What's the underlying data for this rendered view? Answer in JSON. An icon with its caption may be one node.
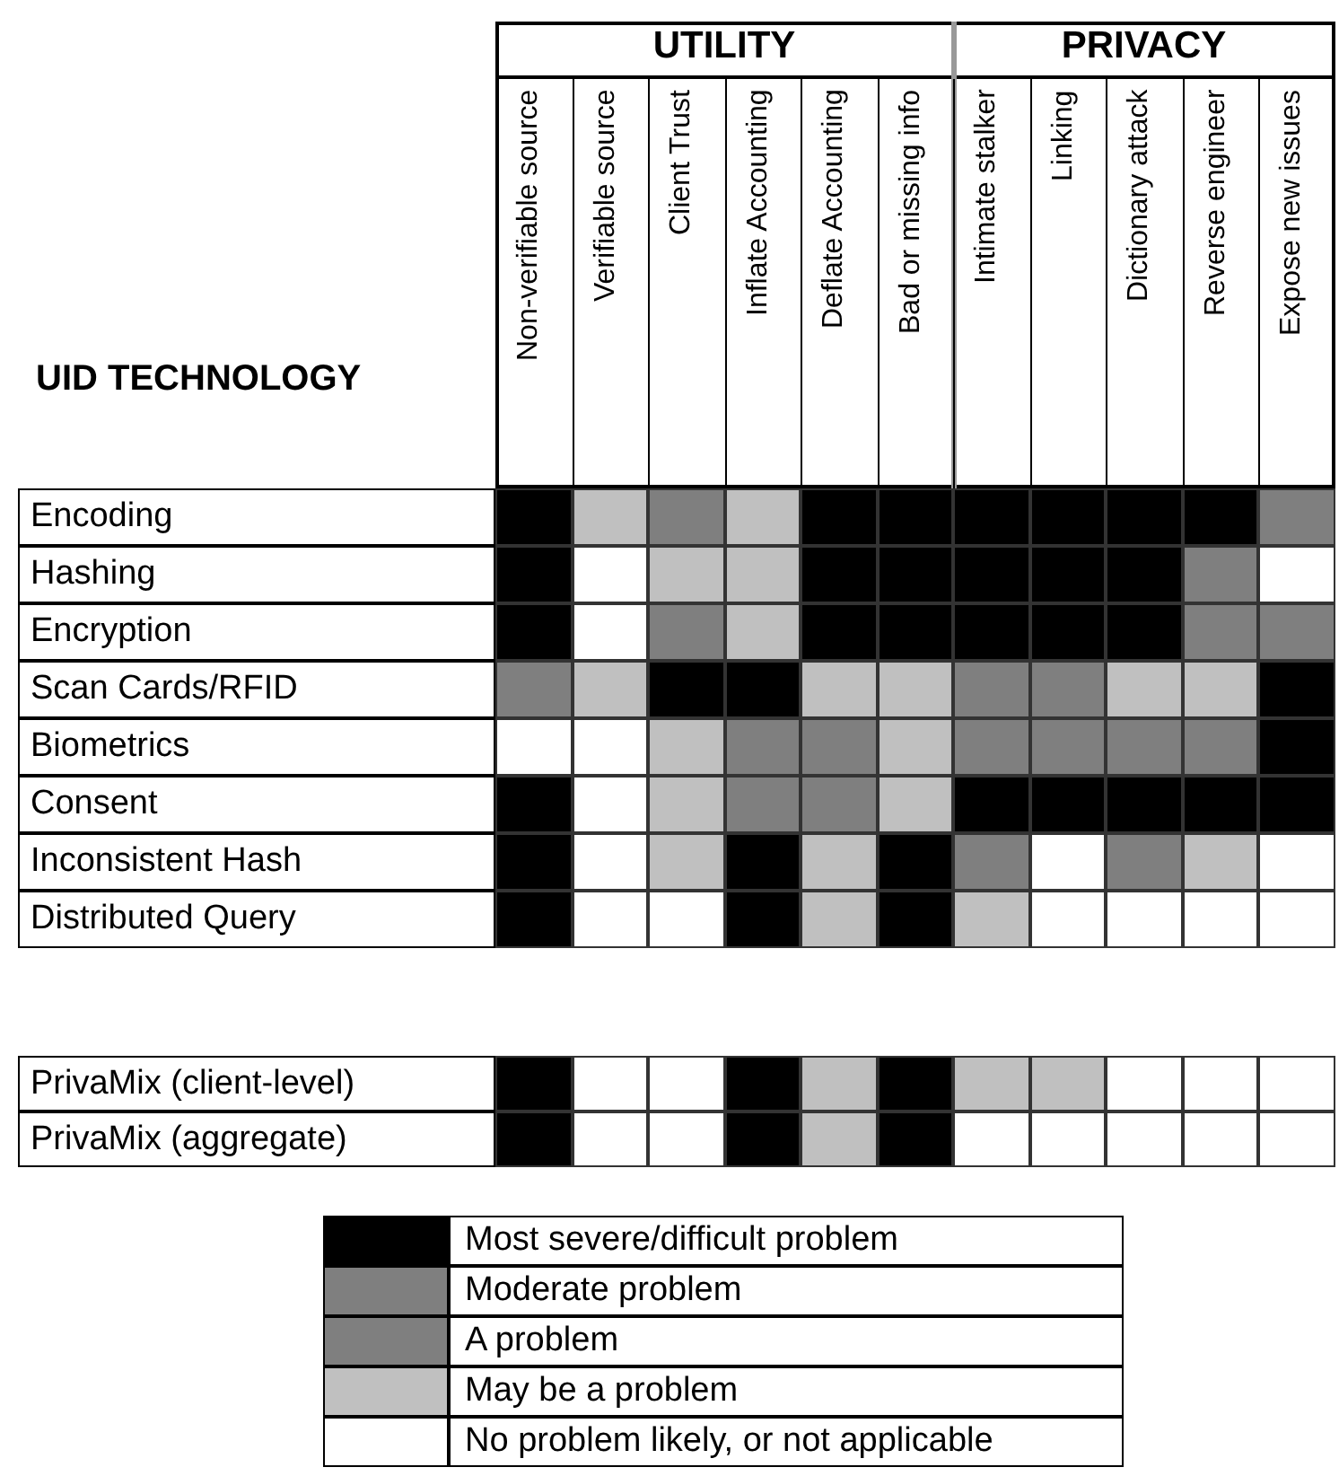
{
  "diagram": {
    "labels": [
      "UTILITY",
      "PRIVACY",
      "UID TECHNOLOGY",
      "Non-verifiable source",
      "Verifiable source",
      "Client Trust",
      "Inflate Accounting",
      "Deflate Accounting",
      "Bad or missing info",
      "Intimate stalker",
      "Linking",
      "Dictionary attack",
      "Reverse engineer",
      "Expose new issues",
      "Encoding",
      "Hashing",
      "Encryption",
      "Scan Cards/RFID",
      "Biometrics",
      "Consent",
      "Inconsistent Hash",
      "Distributed Query",
      "PrivaMix (client-level)",
      "PrivaMix (aggregate)"
    ],
    "legend": [
      {
        "text": "Most severe/difficult problem",
        "color": "#000000"
      },
      {
        "text": "Moderate problem",
        "color": "#7f7f7f"
      },
      {
        "text": "A problem",
        "color": "#7f7f7f"
      },
      {
        "text": "May be a problem",
        "color": "#c0c0c0"
      },
      {
        "text": "No problem likely, or not applicable",
        "color": "#ffffff"
      }
    ]
  }
}
